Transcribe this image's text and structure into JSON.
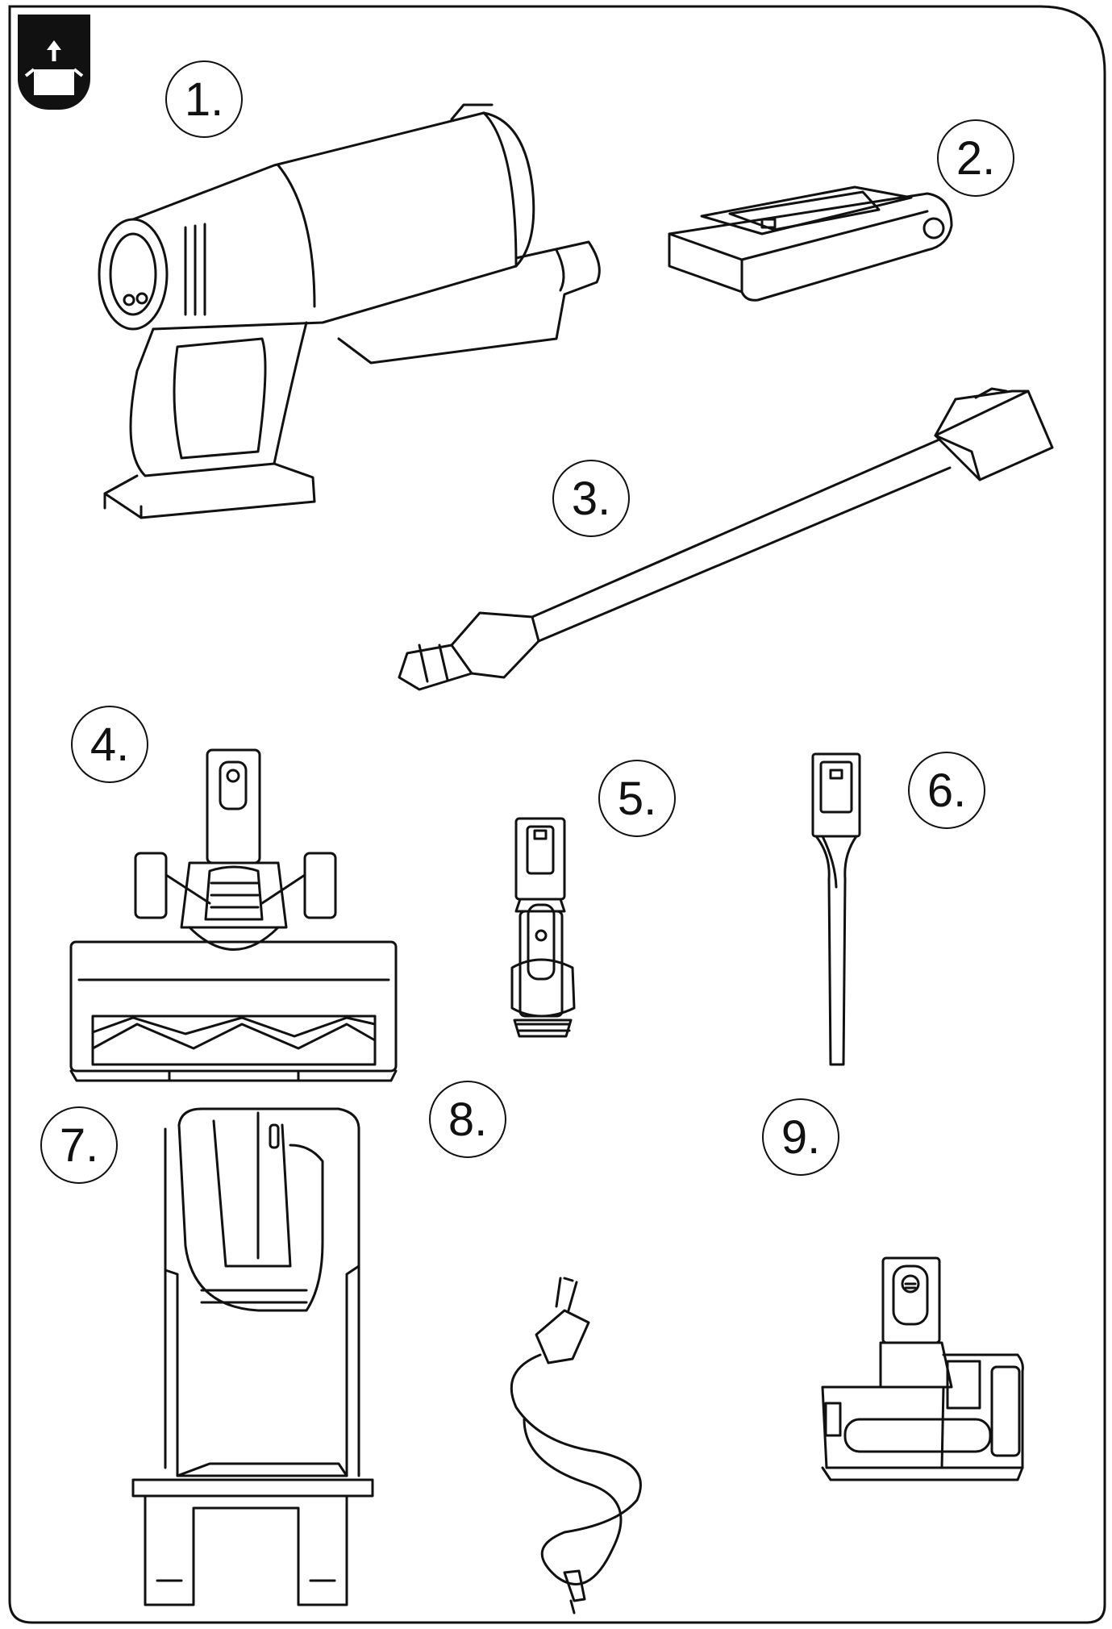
{
  "labels": [
    "1.",
    "2.",
    "3.",
    "4.",
    "5.",
    "6.",
    "7.",
    "8.",
    "9."
  ],
  "icons": {
    "corner": "unboxing-icon",
    "items": [
      "handheld-vacuum-unit",
      "battery-pack",
      "extension-tube",
      "motorized-floor-brush",
      "combination-brush-tool",
      "crevice-tool",
      "charging-stand",
      "power-adapter",
      "mini-motorized-brush"
    ]
  },
  "colors": {
    "line": "#111111",
    "background": "#ffffff"
  }
}
